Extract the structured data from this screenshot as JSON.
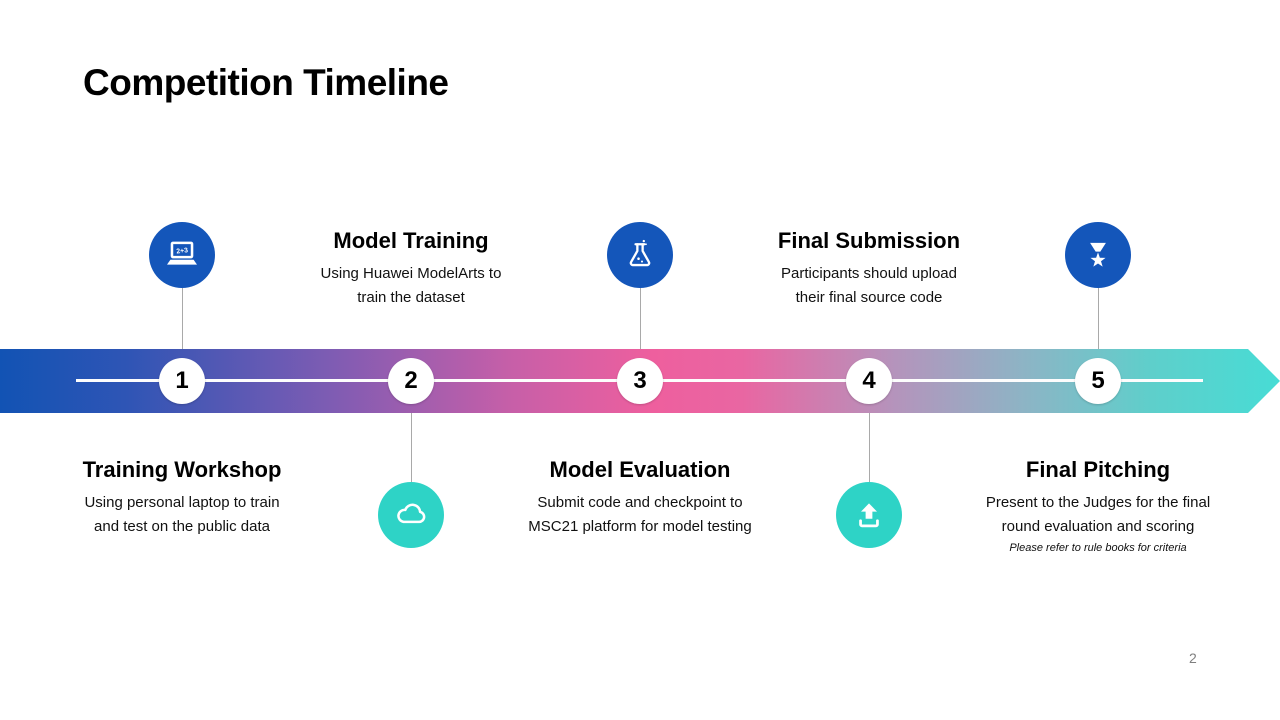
{
  "slide": {
    "title": "Competition Timeline",
    "page_number": "2"
  },
  "colors": {
    "icon_blue": "#1456ba",
    "icon_teal": "#2ed3c6",
    "band_gradient_left_blue": "#1253b4",
    "band_gradient_mid_pink": "#ee5f9e",
    "band_gradient_right_teal": "#47dcd5",
    "connector_gray": "#a9a9a9",
    "page_number_gray": "#7f7f7f"
  },
  "timeline": {
    "steps": [
      {
        "number": "1",
        "title": "Training Workshop",
        "lines": [
          "Using personal laptop to train",
          "and test on the public data"
        ],
        "icon": "laptop-calculation-icon",
        "icon_label": "2+3",
        "icon_side": "above",
        "text_side": "below"
      },
      {
        "number": "2",
        "title": "Model Training",
        "lines": [
          "Using Huawei ModelArts to",
          "train the dataset"
        ],
        "icon": "cloud-icon",
        "icon_side": "below",
        "text_side": "above"
      },
      {
        "number": "3",
        "title": "Model Evaluation",
        "lines": [
          "Submit code and checkpoint to",
          "MSC21 platform for model testing"
        ],
        "icon": "flask-icon",
        "icon_side": "above",
        "text_side": "below"
      },
      {
        "number": "4",
        "title": "Final Submission",
        "lines": [
          "Participants should upload",
          "their final source code"
        ],
        "icon": "upload-icon",
        "icon_side": "below",
        "text_side": "above"
      },
      {
        "number": "5",
        "title": "Final Pitching",
        "lines": [
          "Present to the Judges for the final",
          "round evaluation and scoring"
        ],
        "note": "Please refer to rule books for criteria",
        "icon": "medal-star-icon",
        "icon_side": "above",
        "text_side": "below"
      }
    ]
  }
}
